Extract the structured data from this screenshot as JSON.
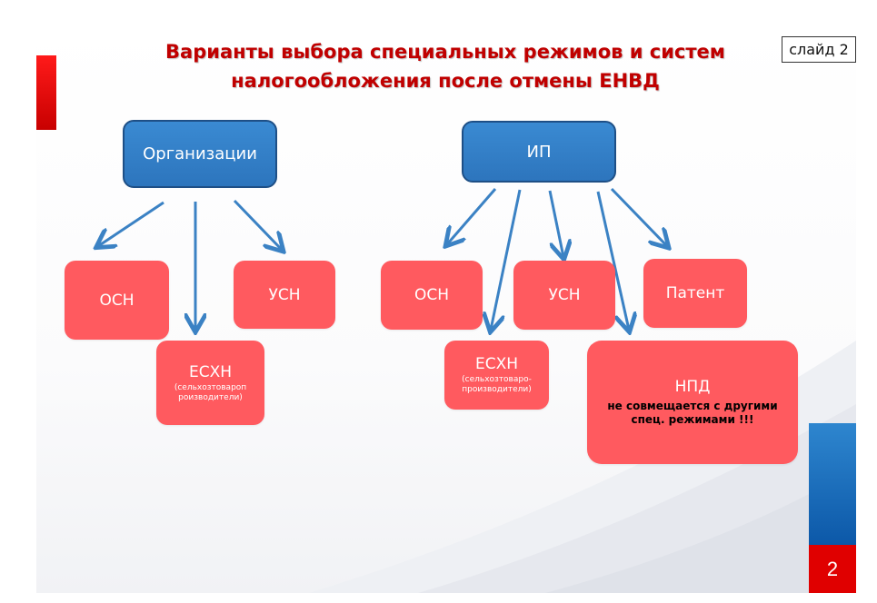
{
  "title": {
    "line1": "Варианты выбора специальных режимов и систем",
    "line2": "налогообложения после отмены ЕНВД"
  },
  "slide_label": "слайд 2",
  "page_number": "2",
  "colors": {
    "title": "#c00000",
    "blue_box": "#2e75b6",
    "red_box": "#ff5a5f",
    "arrow": "#3b82c4"
  },
  "org": {
    "title": "Организации",
    "osn": "ОСН",
    "usn": "УСН",
    "eshn_title": "ЕСХН",
    "eshn_sub": "(сельхозтовароп роизводители)"
  },
  "ip": {
    "title": "ИП",
    "osn": "ОСН",
    "usn": "УСН",
    "patent": "Патент",
    "eshn_title": "ЕСХН",
    "eshn_sub": "(сельхозтоваро- производители)",
    "npd_title": "НПД",
    "npd_note": "не совмещается с другими спец. режимами !!!"
  }
}
